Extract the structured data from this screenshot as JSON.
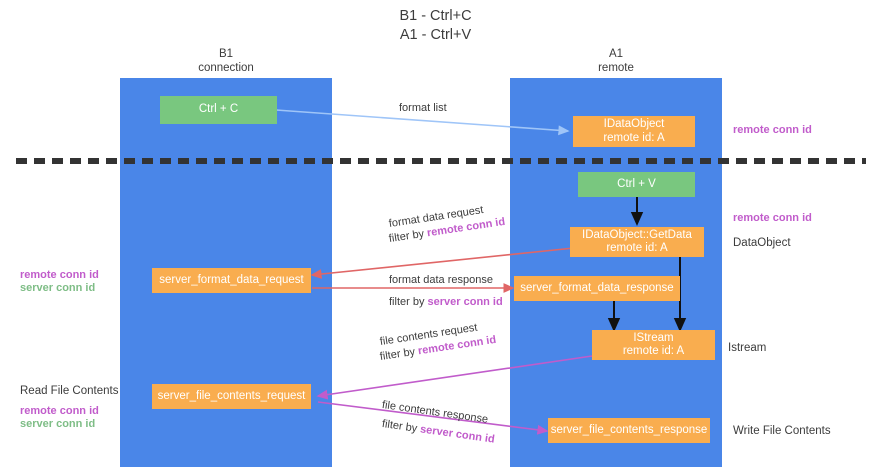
{
  "title": {
    "line1": "B1 - Ctrl+C",
    "line2": "A1 - Ctrl+V"
  },
  "lanes": [
    {
      "name": "B1",
      "role": "connection",
      "color": "#4a86e8"
    },
    {
      "name": "A1",
      "role": "remote",
      "color": "#4a86e8"
    }
  ],
  "colors": {
    "lane": "#4a86e8",
    "green_node": "#79c77f",
    "orange_node": "#f9ad4f",
    "remote_conn_id": "#c15ccb",
    "server_conn_id": "#7ebd86",
    "arrow_blue": "#9fc5f8",
    "arrow_black": "#000000",
    "arrow_red": "#e06666",
    "arrow_magenta": "#c15ccb",
    "divider": "#333333"
  },
  "nodes": {
    "ctrl_c": {
      "label": "Ctrl + C",
      "style": "green"
    },
    "idataobject": {
      "label": "IDataObject",
      "sub": "remote id: A",
      "style": "orange"
    },
    "ctrl_v": {
      "label": "Ctrl + V",
      "style": "green"
    },
    "getdata": {
      "label": "IDataObject::GetData",
      "sub": "remote id: A",
      "style": "orange"
    },
    "server_format_data_request": {
      "label": "server_format_data_request",
      "style": "orange"
    },
    "server_format_data_response": {
      "label": "server_format_data_response",
      "style": "orange"
    },
    "istream": {
      "label": "IStream",
      "sub": "remote id: A",
      "style": "orange"
    },
    "server_file_contents_request": {
      "label": "server_file_contents_request",
      "style": "orange"
    },
    "server_file_contents_response": {
      "label": "server_file_contents_response",
      "style": "orange"
    }
  },
  "arrows": {
    "format_list": {
      "text": "format list"
    },
    "format_data_request": {
      "text": "format data request",
      "filter_prefix": "filter by ",
      "filter_id": "remote conn id"
    },
    "format_data_response": {
      "text": "format data response",
      "filter_prefix": "filter by ",
      "filter_id": "server conn id"
    },
    "file_contents_request": {
      "text": "file contents request",
      "filter_prefix": "filter by ",
      "filter_id": "remote conn id"
    },
    "file_contents_response": {
      "text": "file contents response",
      "filter_prefix": "filter by ",
      "filter_id": "server conn id"
    }
  },
  "annotations": {
    "right_remote_conn_id_top": "remote conn id",
    "right_remote_conn_id_mid": "remote conn id",
    "right_dataobject": "DataObject",
    "right_istream": "Istream",
    "right_write_file_contents": "Write File Contents",
    "left_remote_conn_id_mid": "remote conn id",
    "left_server_conn_id_mid": "server conn id",
    "left_read_file_contents": "Read File Contents",
    "left_remote_conn_id_bottom": "remote conn id",
    "left_server_conn_id_bottom": "server conn id"
  }
}
